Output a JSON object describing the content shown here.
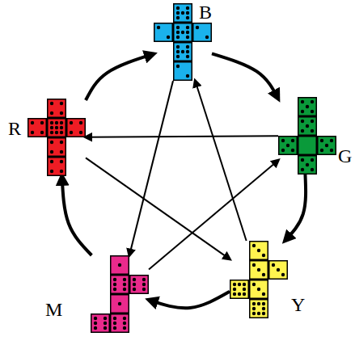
{
  "diagram": {
    "nodes": [
      {
        "text": [
          "B"
        ]
      },
      {
        "text": [
          "R"
        ]
      },
      {
        "text": [
          "G"
        ]
      },
      {
        "text": [
          "M"
        ]
      },
      {
        "text": [
          "Y"
        ]
      }
    ],
    "edges": [
      {
        "from": 0,
        "to": 2,
        "arrow": "to"
      },
      {
        "from": 2,
        "to": 4,
        "arrow": "to"
      },
      {
        "from": 4,
        "to": 3,
        "arrow": "to"
      },
      {
        "from": 3,
        "to": 1,
        "arrow": "to"
      },
      {
        "from": 1,
        "to": 0,
        "arrow": "to"
      },
      {
        "from": 0,
        "to": 3,
        "arrow": "to"
      },
      {
        "from": 2,
        "to": 1,
        "arrow": "to"
      },
      {
        "from": 1,
        "to": 4,
        "arrow": "to"
      },
      {
        "from": 4,
        "to": 0,
        "arrow": "to"
      },
      {
        "from": 3,
        "to": 2,
        "arrow": "to"
      }
    ]
  }
}
